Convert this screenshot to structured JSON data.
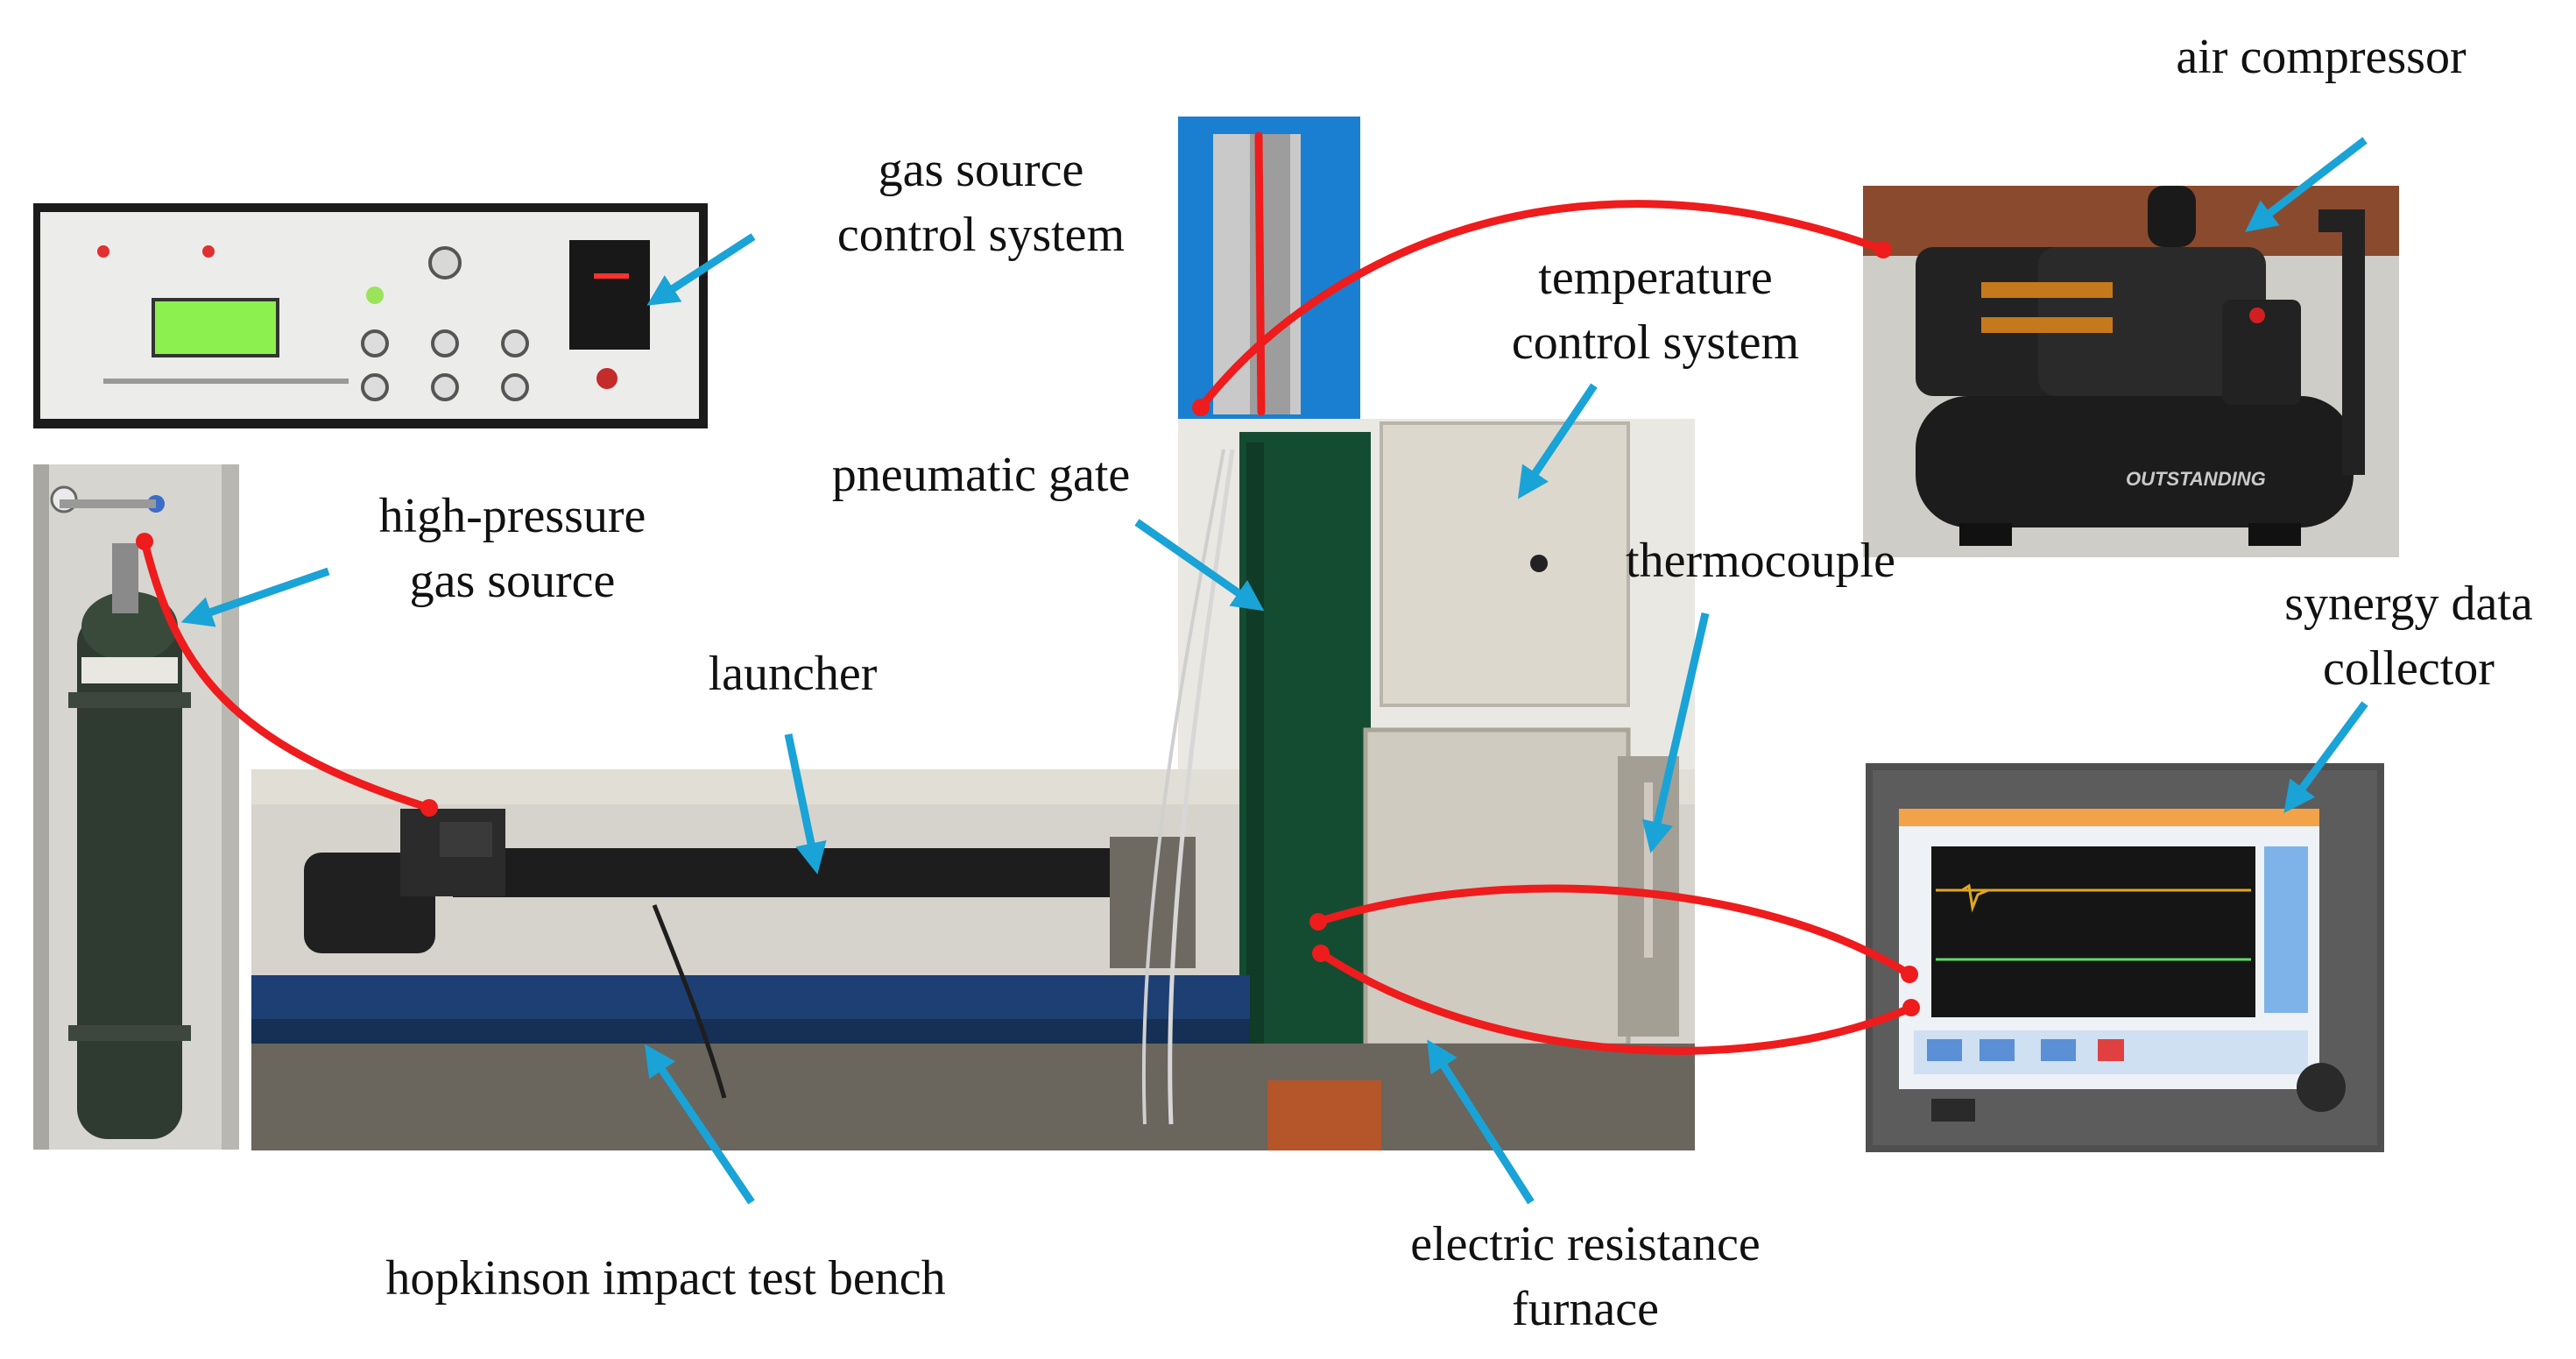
{
  "labels": {
    "air_compressor": "air compressor",
    "gas_source_control_line1": "gas source",
    "gas_source_control_line2": "control system",
    "temperature_control_line1": "temperature",
    "temperature_control_line2": "control system",
    "pneumatic_gate": "pneumatic gate",
    "high_pressure_line1": "high-pressure",
    "high_pressure_line2": "gas source",
    "thermocouple": "thermocouple",
    "synergy_line1": "synergy data",
    "synergy_line2": "collector",
    "launcher": "launcher",
    "hopkinson": "hopkinson impact test bench",
    "furnace_line1": "electric resistance",
    "furnace_line2": "furnace"
  },
  "photo_text": {
    "compressor_brand": "OUTSTANDING"
  },
  "colors": {
    "arrow": "#1aa3d6",
    "cable": "#ee1c1c",
    "lcd_green": "#7cf24a",
    "bench_blue": "#1d3f73",
    "cylinder": "#2f3a30"
  }
}
